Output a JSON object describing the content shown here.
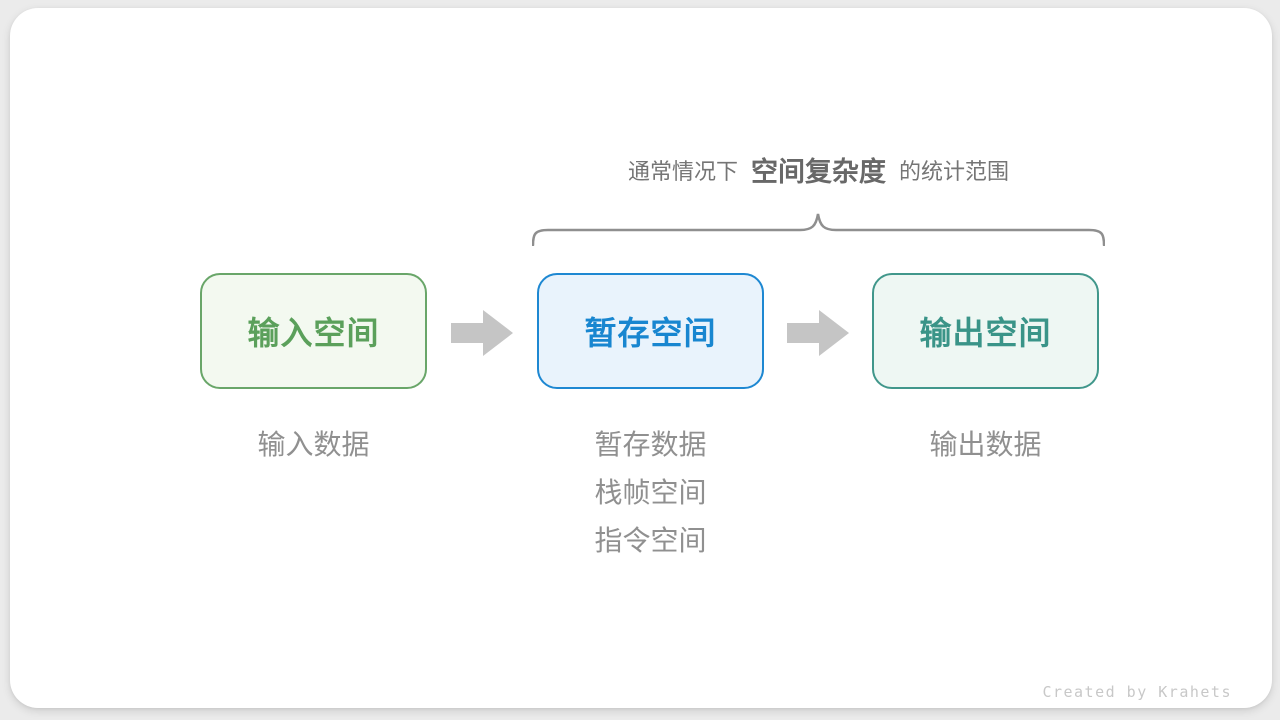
{
  "title": {
    "prefix": "通常情况下",
    "highlight": "空间复杂度",
    "suffix": "的统计范围"
  },
  "brace": {
    "color": "#8f8f8f"
  },
  "arrow": {
    "color": "#c5c5c5"
  },
  "boxes": [
    {
      "id": "input-space",
      "label": "输入空间",
      "text_color": "#5ba05b",
      "border_color": "#69a669",
      "bg_color": "#f3f9f0",
      "sublabels": [
        "输入数据"
      ]
    },
    {
      "id": "temp-space",
      "label": "暂存空间",
      "text_color": "#1886d0",
      "border_color": "#1e88d2",
      "bg_color": "#e9f3fc",
      "sublabels": [
        "暂存数据",
        "栈帧空间",
        "指令空间"
      ]
    },
    {
      "id": "output-space",
      "label": "输出空间",
      "text_color": "#3a9488",
      "border_color": "#41978b",
      "bg_color": "#eef7f3",
      "sublabels": [
        "输出数据"
      ]
    }
  ],
  "credit": "Created by Krahets"
}
